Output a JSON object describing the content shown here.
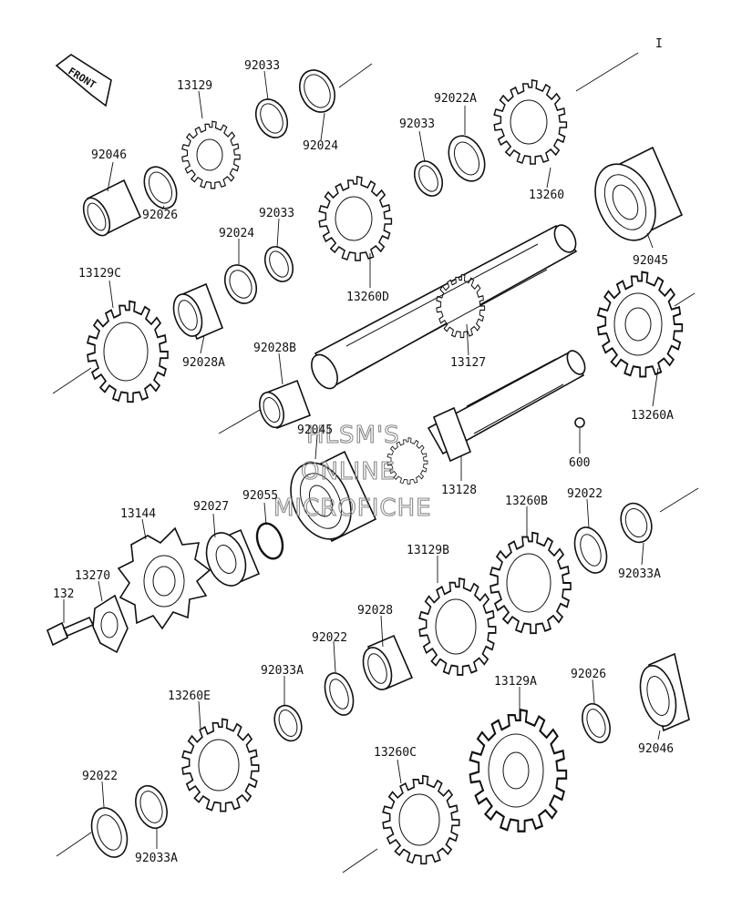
{
  "front_arrow": {
    "label": "FRONT"
  },
  "corner_mark": "I",
  "watermark": {
    "line1": "HLSM'S",
    "line2": "ONLINE",
    "line3": "MICROFICHE"
  },
  "parts": [
    {
      "id": "p01",
      "number": "92033",
      "icon": "circlip"
    },
    {
      "id": "p02",
      "number": "13129",
      "icon": "gear"
    },
    {
      "id": "p03",
      "number": "92024",
      "icon": "ring"
    },
    {
      "id": "p04",
      "number": "92046",
      "icon": "collar"
    },
    {
      "id": "p05",
      "number": "92026",
      "icon": "washer"
    },
    {
      "id": "p06",
      "number": "92022A",
      "icon": "splined-washer"
    },
    {
      "id": "p07",
      "number": "92033",
      "icon": "circlip"
    },
    {
      "id": "p08",
      "number": "13260",
      "icon": "gear"
    },
    {
      "id": "p09",
      "number": "92045",
      "icon": "bearing"
    },
    {
      "id": "p10",
      "number": "13260D",
      "icon": "gear"
    },
    {
      "id": "p11",
      "number": "92033",
      "icon": "circlip"
    },
    {
      "id": "p12",
      "number": "92024",
      "icon": "ring"
    },
    {
      "id": "p13",
      "number": "13129C",
      "icon": "gear"
    },
    {
      "id": "p14",
      "number": "92028A",
      "icon": "bushing"
    },
    {
      "id": "p15",
      "number": "13127",
      "icon": "shaft"
    },
    {
      "id": "p16",
      "number": "13260A",
      "icon": "gear"
    },
    {
      "id": "p17",
      "number": "92028B",
      "icon": "bushing"
    },
    {
      "id": "p18",
      "number": "600",
      "icon": "ball"
    },
    {
      "id": "p19",
      "number": "92045",
      "icon": "bearing"
    },
    {
      "id": "p20",
      "number": "13128",
      "icon": "shaft"
    },
    {
      "id": "p21",
      "number": "92055",
      "icon": "o-ring"
    },
    {
      "id": "p22",
      "number": "92027",
      "icon": "collar"
    },
    {
      "id": "p23",
      "number": "13144",
      "icon": "sprocket"
    },
    {
      "id": "p24",
      "number": "13260B",
      "icon": "gear"
    },
    {
      "id": "p25",
      "number": "92022",
      "icon": "splined-washer"
    },
    {
      "id": "p26",
      "number": "92033A",
      "icon": "circlip"
    },
    {
      "id": "p27",
      "number": "13270",
      "icon": "plate"
    },
    {
      "id": "p28",
      "number": "132",
      "icon": "bolt"
    },
    {
      "id": "p29",
      "number": "13129B",
      "icon": "gear"
    },
    {
      "id": "p30",
      "number": "92028",
      "icon": "bushing"
    },
    {
      "id": "p31",
      "number": "92022",
      "icon": "splined-washer"
    },
    {
      "id": "p32",
      "number": "92033A",
      "icon": "circlip"
    },
    {
      "id": "p33",
      "number": "13260E",
      "icon": "gear"
    },
    {
      "id": "p34",
      "number": "13129A",
      "icon": "gear"
    },
    {
      "id": "p35",
      "number": "92026",
      "icon": "washer"
    },
    {
      "id": "p36",
      "number": "92046",
      "icon": "collar"
    },
    {
      "id": "p37",
      "number": "13260C",
      "icon": "gear"
    },
    {
      "id": "p38",
      "number": "92022",
      "icon": "splined-washer"
    },
    {
      "id": "p39",
      "number": "92033A",
      "icon": "circlip"
    }
  ]
}
